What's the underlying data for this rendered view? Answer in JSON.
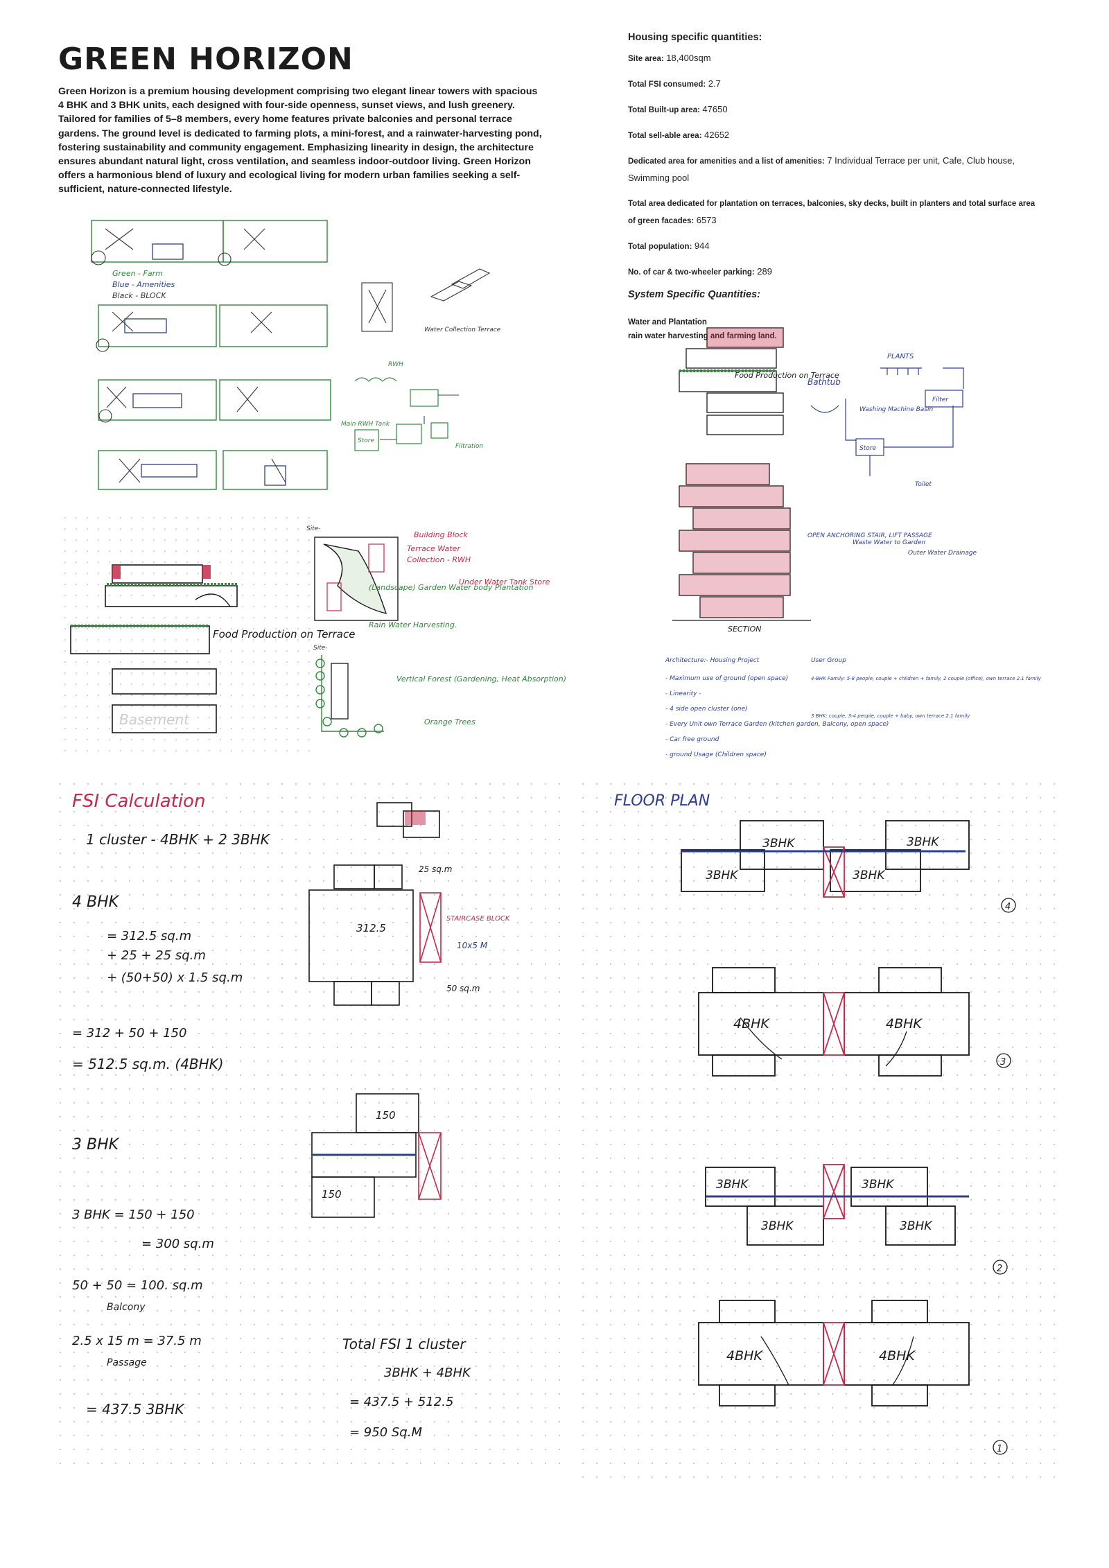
{
  "title": "GREEN HORIZON",
  "intro": "Green Horizon is a premium housing development comprising two elegant linear towers with spacious 4 BHK and 3 BHK units, each designed with four-side openness, sunset views, and lush greenery. Tailored for families of 5–8 members, every home features private balconies and personal terrace gardens. The ground level is dedicated to farming plots, a mini-forest, and a rainwater-harvesting pond, fostering sustainability and community engagement. Emphasizing linearity in design, the architecture ensures abundant natural light, cross ventilation, and seamless indoor-outdoor living. Green Horizon offers a harmonious blend of luxury and ecological living for modern urban families seeking a self-sufficient, nature-connected lifestyle.",
  "quantities": {
    "heading": "Housing specific quantities:",
    "items": [
      {
        "label": "Site area:",
        "value": "18,400sqm"
      },
      {
        "label": "Total FSI consumed:",
        "value": "2.7"
      },
      {
        "label": "Total Built-up area:",
        "value": "47650"
      },
      {
        "label": "Total sell-able area:",
        "value": "42652"
      },
      {
        "label": "Dedicated area for amenities and a list of amenities:",
        "value": "7 Individual Terrace per unit, Cafe, Club house, Swimming pool"
      },
      {
        "label": "Total area dedicated for plantation on terraces, balconies, sky decks, built in planters and total surface area of green facades:",
        "value": "6573"
      },
      {
        "label": "Total population:",
        "value": "944"
      },
      {
        "label": "No. of car & two-wheeler parking:",
        "value": "289"
      }
    ],
    "system_heading": "System Specific Quantities:",
    "water_heading": "Water and Plantation",
    "water_text": "rain water harvesting and farming land."
  },
  "sketch1": {
    "legend_green": "Green - Farm",
    "legend_blue": "Blue - Amenities",
    "legend_black": "Black - BLOCK",
    "terrace_note": "Water Collection Terrace",
    "rwh": "RWH",
    "main_rwh": "Main RWH Tank",
    "store": "Store",
    "fountain": "Filtration"
  },
  "sketch2": {
    "food": "Food Production on Terrace",
    "basement": "Basement",
    "site1": "Site-",
    "building_block": "Building Block",
    "terrace_water": "Terrace Water",
    "collection_rwh": "Collection - RWH",
    "underwater_tank": "Under Water Tank Store",
    "landscape": "(Landscape) Garden Water body Plantation",
    "rain_water": "Rain Water Harvesting.",
    "site2": "Site-",
    "vertical_forest": "Vertical Forest (Gardening, Heat Absorption)",
    "orange_trees": "Orange Trees"
  },
  "sketch3": {
    "food": "Food Production on Terrace",
    "bathtub": "Bathtub",
    "plants": "PLANTS",
    "washing": "Washing Machine Basin",
    "tank": "Store",
    "filter": "Filter",
    "toilet": "Toilet",
    "open_space": "OPEN ANCHORING STAIR, LIFT PASSAGE",
    "waste_water": "Waste Water to Garden",
    "drainage": "Outer Water Drainage",
    "section": "SECTION",
    "architecture": "Architecture:-  Housing Project",
    "notes": [
      "- Maximum use of ground (open space)",
      "- Linearity -",
      "- 4 side open cluster (one)",
      "- Every Unit own Terrace Garden (kitchen garden, Balcony, open space)",
      "- Car free ground",
      "- ground Usage (Children space)"
    ],
    "user_group": "User Group",
    "ug_notes": [
      "4-BHK Family: 5-8 people, couple + children + family, 2 couple (office), own terrace 2.1 family",
      "3 BHK: couple, 3-4 people, couple + baby, own terrace 2.1 family"
    ]
  },
  "fsi": {
    "heading": "FSI Calculation",
    "cluster": "1 cluster - 4BHK + 2 3BHK",
    "bhk4": "4 BHK",
    "l1": "= 312.5  sq.m",
    "l2": "+ 25 + 25  sq.m",
    "l3": "+ (50+50) x 1.5  sq.m",
    "l4": "= 312 + 50 + 150",
    "l5": "= 512.5  sq.m. (4BHK)",
    "bhk3": "3 BHK",
    "m1": "3 BHK = 150 + 150",
    "m2": "= 300 sq.m",
    "m3": "50 + 50 = 100.  sq.m",
    "m3b": "Balcony",
    "m4": "2.5 x 15 m = 37.5 m",
    "m4b": "Passage",
    "m5": "= 437.5   3BHK",
    "total_title": "Total FSI  1 cluster",
    "total1": "3BHK + 4BHK",
    "total2": "= 437.5 + 512.5",
    "total3": "= 950  Sq.M",
    "stair": "STAIRCASE BLOCK",
    "d1": "25 sq.m",
    "d2": "312.5",
    "d3": "10x5 M",
    "d4": "50 sq.m",
    "d5": "150",
    "d6": "150"
  },
  "floorplan": {
    "heading": "FLOOR PLAN",
    "f4_a": "3BHK",
    "f4_b": "3BHK",
    "f4_c": "3BHK",
    "f4_d": "3BHK",
    "f3_a": "4BHK",
    "f3_b": "4BHK",
    "f2_a": "3BHK",
    "f2_b": "3BHK",
    "f2_c": "3BHK",
    "f2_d": "3BHK",
    "f1_a": "4BHK",
    "f1_b": "4BHK",
    "n4": "4",
    "n3": "3",
    "n2": "2",
    "n1": "1"
  },
  "colors": {
    "green": "#2f8a3a",
    "blue": "#2d3f8f",
    "red": "#c62a4a",
    "ink": "#1a1a1a",
    "grid": "#bdbdbd"
  }
}
